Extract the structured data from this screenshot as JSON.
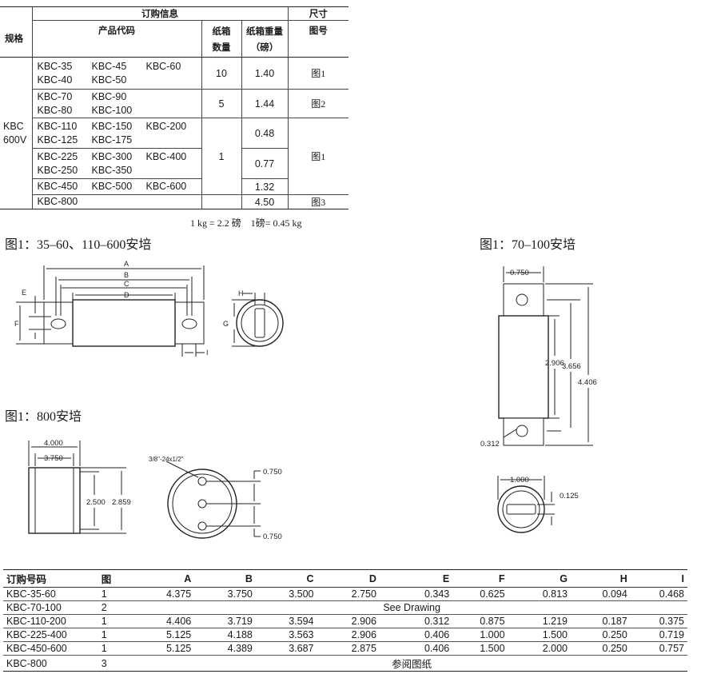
{
  "order_table": {
    "header": {
      "spec": "规格",
      "order_info": "订购信息",
      "product_code": "产品代码",
      "carton_qty": "纸箱\n数量",
      "carton_qty_l1": "纸箱",
      "carton_qty_l2": "数量",
      "carton_wt_l1": "纸箱重量",
      "carton_wt_l2": "（磅）",
      "size": "尺寸",
      "fig_no": "图号"
    },
    "spec_l1": "KBC",
    "spec_l2": "600V",
    "rows": [
      {
        "codes": [
          [
            "KBC-35",
            "KBC-45",
            "KBC-60"
          ],
          [
            "KBC-40",
            "KBC-50"
          ]
        ],
        "qty": "10",
        "weight": "1.40",
        "fig": "图1"
      },
      {
        "codes": [
          [
            "KBC-70",
            "KBC-90"
          ],
          [
            "KBC-80",
            "KBC-100"
          ]
        ],
        "qty": "5",
        "weight": "1.44",
        "fig": "图2"
      },
      {
        "codes": [
          [
            "KBC-110",
            "KBC-150",
            "KBC-200"
          ],
          [
            "KBC-125",
            "KBC-175"
          ]
        ],
        "qty": "1",
        "weight": "0.48",
        "fig": "图1"
      },
      {
        "codes": [
          [
            "KBC-225",
            "KBC-300",
            "KBC-400"
          ],
          [
            "KBC-250",
            "KBC-350"
          ]
        ],
        "qty": "",
        "weight": "0.77",
        "fig": ""
      },
      {
        "codes": [
          [
            "KBC-450",
            "KBC-500",
            "KBC-600"
          ]
        ],
        "qty": "",
        "weight": "1.32",
        "fig": ""
      },
      {
        "codes": [
          [
            "KBC-800"
          ]
        ],
        "qty": "",
        "weight": "4.50",
        "fig": "图3"
      }
    ]
  },
  "conversion_note": "1 kg = 2.2 磅    1磅= 0.45 kg",
  "figures": {
    "fig_a_title": "图1：35–60、110–600安培",
    "fig_b_title": "图1：70–100安培",
    "fig_c_title": "图1：800安培",
    "fig_a_labels": {
      "A": "A",
      "B": "B",
      "C": "C",
      "D": "D",
      "E": "E",
      "F": "F",
      "G": "G",
      "H": "H",
      "I": "I"
    },
    "fig_b_dims": {
      "top_width": "0.750",
      "d1": "2.906",
      "d2": "3.656",
      "d3": "4.406",
      "offset": "0.312",
      "end_width": "1.000",
      "slot": "0.125"
    },
    "fig_c_dims": {
      "w1": "4.000",
      "w2": "3.750",
      "h1": "2.500",
      "h2": "2.859",
      "thread": "3/8\"-24x1/2\"",
      "s1": "0.750",
      "s2": "0.750"
    }
  },
  "dim_table": {
    "columns": [
      "订购号码",
      "图",
      "A",
      "B",
      "C",
      "D",
      "E",
      "F",
      "G",
      "H",
      "I"
    ],
    "rows": [
      [
        "KBC-35-60",
        "1",
        "4.375",
        "3.750",
        "3.500",
        "2.750",
        "0.343",
        "0.625",
        "0.813",
        "0.094",
        "0.468"
      ],
      [
        "KBC-70-100",
        "2",
        "See Drawing"
      ],
      [
        "KBC-110-200",
        "1",
        "4.406",
        "3.719",
        "3.594",
        "2.906",
        "0.312",
        "0.875",
        "1.219",
        "0.187",
        "0.375"
      ],
      [
        "KBC-225-400",
        "1",
        "5.125",
        "4.188",
        "3.563",
        "2.906",
        "0.406",
        "1.000",
        "1.500",
        "0.250",
        "0.719"
      ],
      [
        "KBC-450-600",
        "1",
        "5.125",
        "4.389",
        "3.687",
        "2.875",
        "0.406",
        "1.500",
        "2.000",
        "0.250",
        "0.757"
      ],
      [
        "KBC-800",
        "3",
        "参阅图纸"
      ]
    ]
  }
}
